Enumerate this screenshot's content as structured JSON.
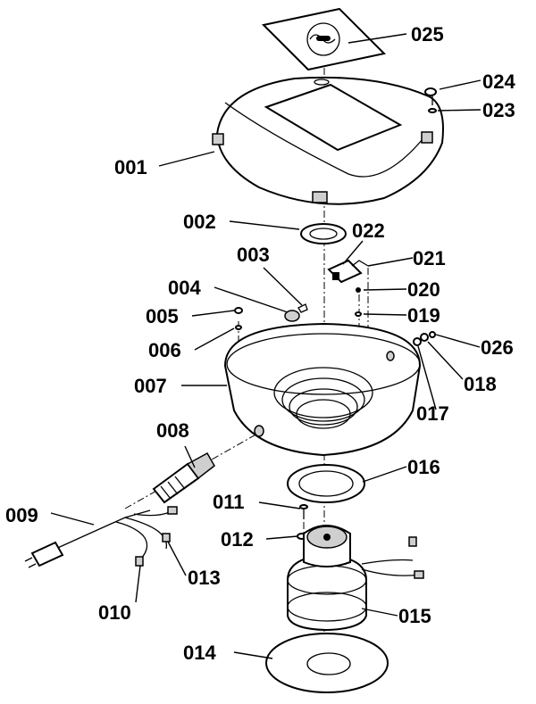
{
  "labels": {
    "p001": "001",
    "p002": "002",
    "p003": "003",
    "p004": "004",
    "p005": "005",
    "p006": "006",
    "p007": "007",
    "p008": "008",
    "p009": "009",
    "p010": "010",
    "p011": "011",
    "p012": "012",
    "p013": "013",
    "p014": "014",
    "p015": "015",
    "p016": "016",
    "p017": "017",
    "p018": "018",
    "p019": "019",
    "p020": "020",
    "p021": "021",
    "p022": "022",
    "p023": "023",
    "p024": "024",
    "p025": "025",
    "p026": "026"
  },
  "colors": {
    "line": "#000000",
    "background": "#ffffff"
  }
}
